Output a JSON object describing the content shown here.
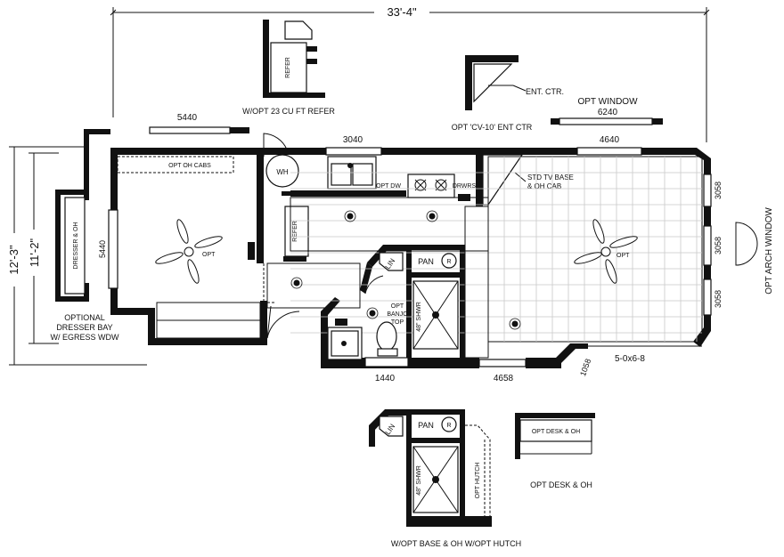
{
  "plan": {
    "overall_length": "33'-4\"",
    "overall_width": "12'-3\"",
    "interior_width": "11'-2\"",
    "windows": {
      "w_top_left": "5440",
      "w_top_kitchen": "3040",
      "w_top_right": "4640",
      "w_bedroom_side": "5440",
      "w_end_1": "3058",
      "w_end_2": "3058",
      "w_end_3": "3058",
      "w_bottom_bath": "1440",
      "w_bottom_living": "4658",
      "w_bottom_angle": "1058",
      "door_bottom": "5-0x6-8",
      "opt_window_label": "OPT WINDOW",
      "opt_window_size": "6240"
    },
    "room_labels": {
      "opt_oh_cabs": "OPT OH CABS",
      "wh": "WH",
      "refer": "REFER",
      "opt_dw": "OPT DW",
      "drwrs": "DRWRS",
      "std_tv_1": "STD TV BASE",
      "std_tv_2": "& OH CAB",
      "lin": "LIN",
      "pan": "PAN",
      "r": "R",
      "opt_banjo_1": "OPT",
      "opt_banjo_2": "BANJO",
      "opt_banjo_3": "TOP",
      "shwr": "48\" SHWR",
      "fan_opt_bed": "OPT",
      "fan_opt_living": "OPT",
      "dresser_oh": "DRESSER & OH",
      "opt_dresser_1": "OPTIONAL",
      "opt_dresser_2": "DRESSER BAY",
      "opt_dresser_3": "W/ EGRESS WDW",
      "opt_arch_window": "OPT ARCH WINDOW"
    },
    "callouts": {
      "refer_caption": "W/OPT 23 CU FT REFER",
      "refer_inset": "REFER",
      "ent_ctr_label": "ENT. CTR.",
      "ent_ctr_caption": "OPT 'CV-10' ENT CTR",
      "desk_inset": "OPT DESK & OH",
      "desk_caption": "OPT DESK & OH",
      "hutch_caption": "W/OPT BASE & OH W/OPT HUTCH",
      "hutch_lin": "LIN",
      "hutch_pan": "PAN",
      "hutch_r": "R",
      "hutch_shwr": "48\" SHWR",
      "hutch_opt": "OPT HUTCH"
    }
  }
}
